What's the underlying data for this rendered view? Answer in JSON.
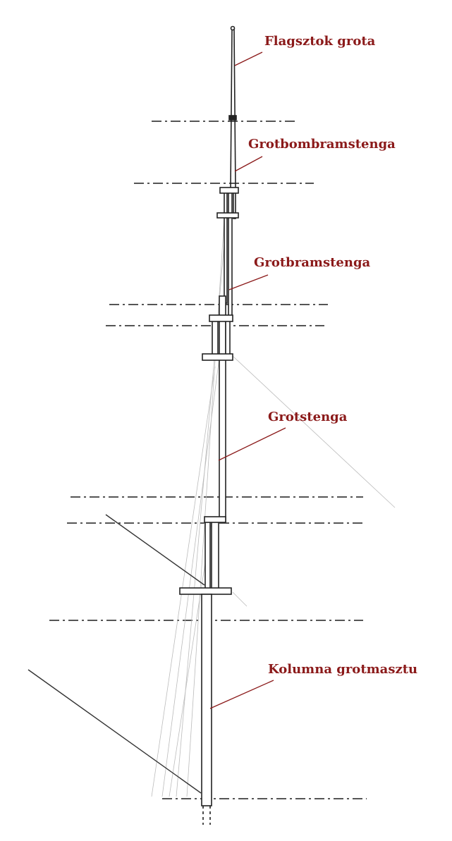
{
  "title": "Main mast parts diagram",
  "label_color": "#8b1a1a",
  "labels": {
    "flagpole": "Flagsztok grota",
    "royal_mast": "Grotbombramstenga",
    "topgallant_mast": "Grotbramstenga",
    "topmast": "Grotstenga",
    "lower_mast": "Kolumna grotmasztu"
  }
}
